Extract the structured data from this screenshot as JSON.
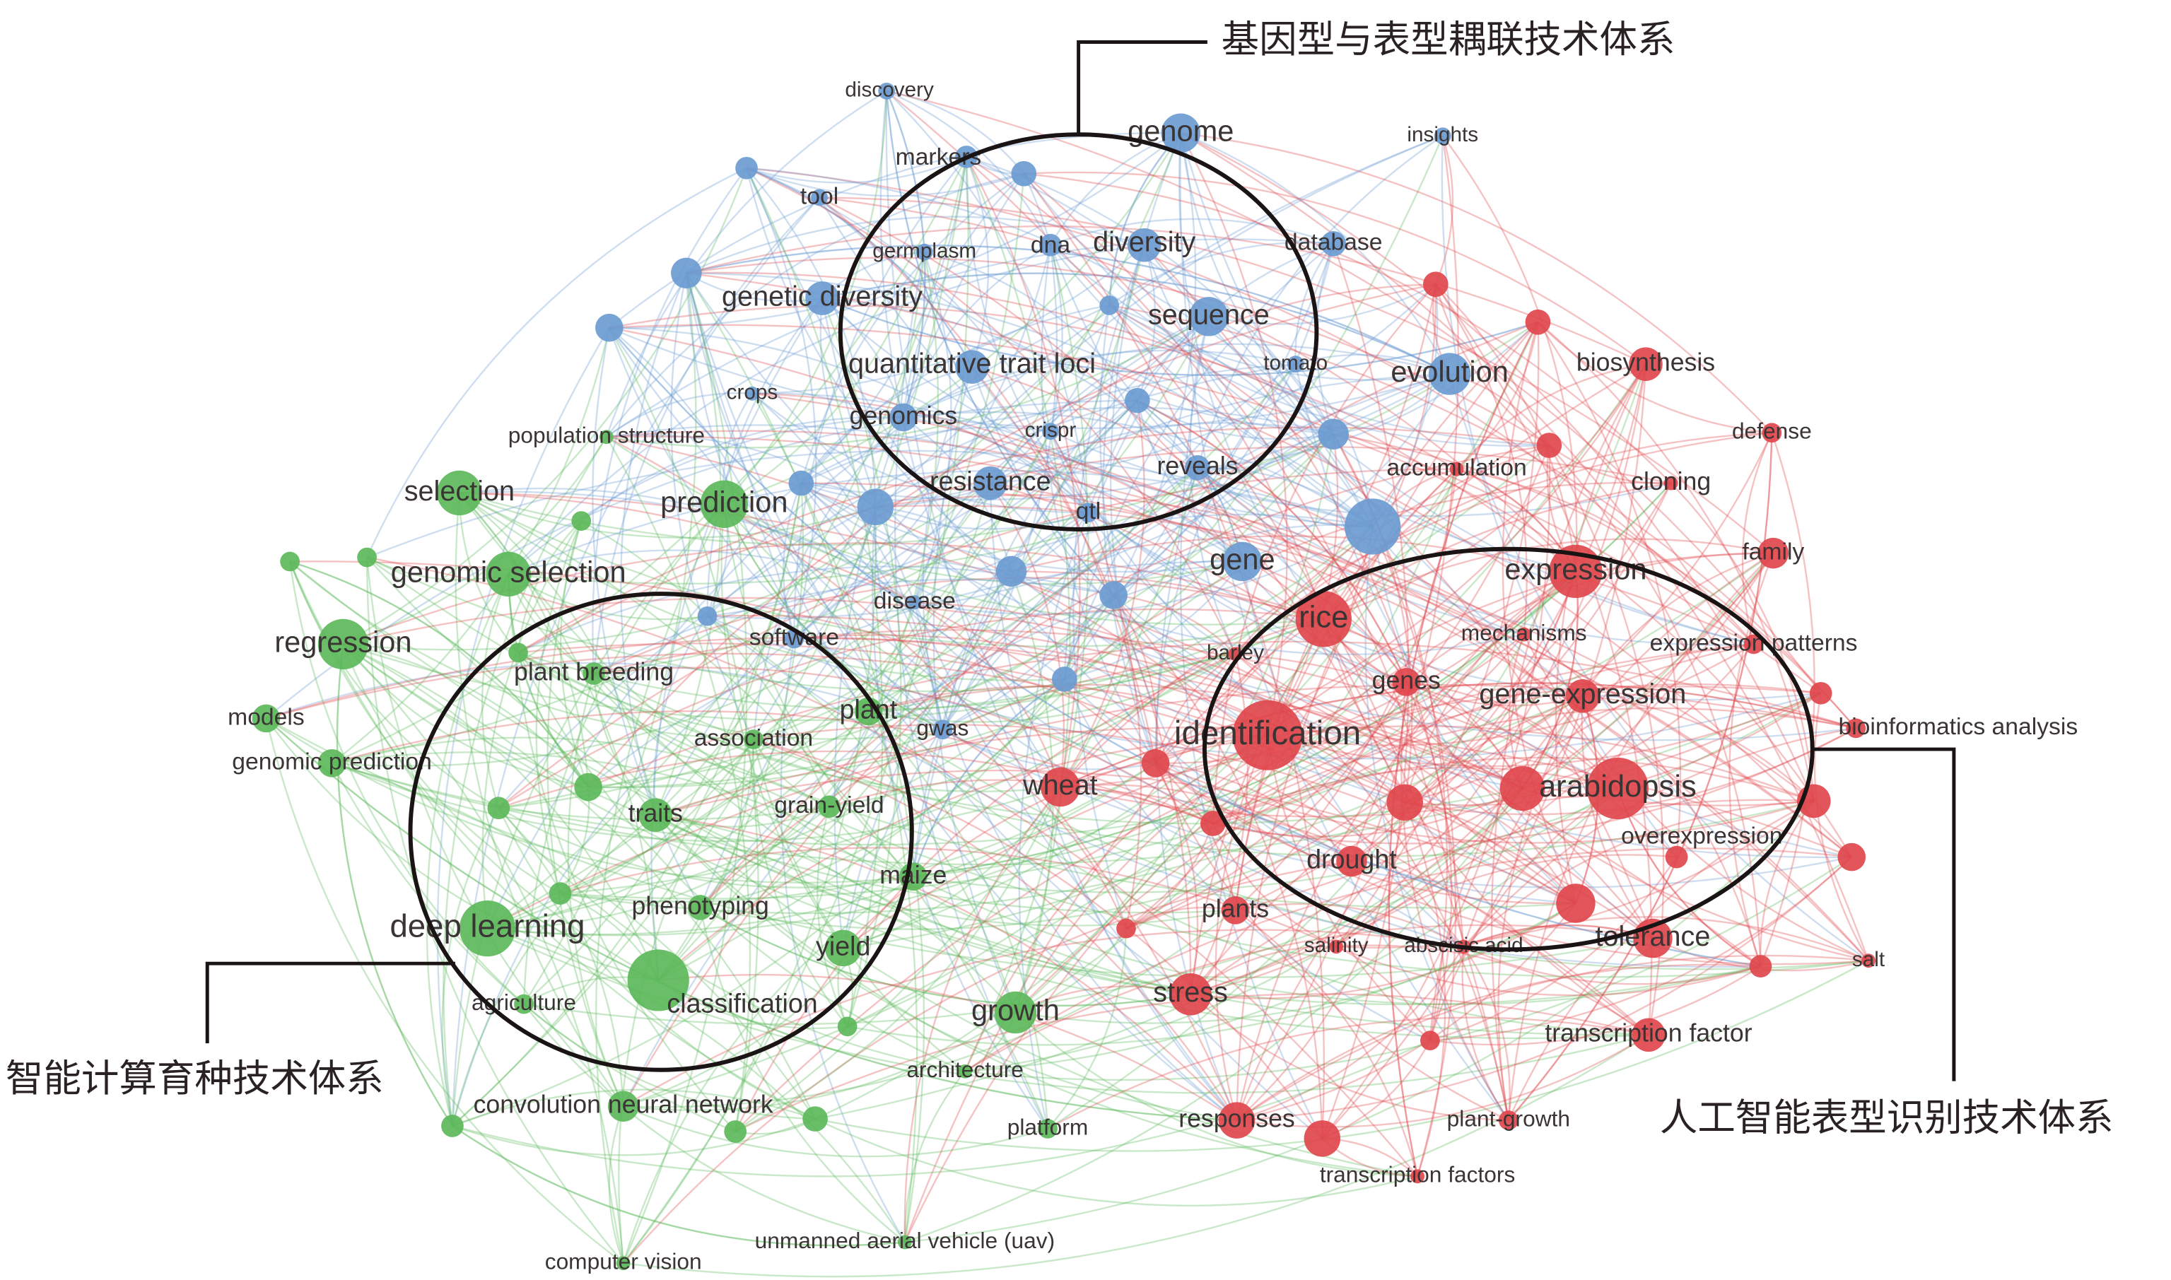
{
  "colors": {
    "genotype": "#6b9bd1",
    "breeding": "#5cb85a",
    "phenotype": "#e0474c",
    "annotation": "#1a1414"
  },
  "clusters": {
    "genotype": {
      "title": "基因型与表型耦联技术体系"
    },
    "breeding": {
      "title": "智能计算育种技术体系"
    },
    "phenotype": {
      "title": "人工智能表型识别技术体系"
    }
  },
  "nodes": [
    {
      "label": "discovery",
      "cluster": "genotype"
    },
    {
      "label": "genome",
      "cluster": "genotype"
    },
    {
      "label": "insights",
      "cluster": "genotype"
    },
    {
      "label": "markers",
      "cluster": "genotype"
    },
    {
      "label": "tool",
      "cluster": "genotype"
    },
    {
      "label": "germplasm",
      "cluster": "genotype"
    },
    {
      "label": "dna",
      "cluster": "genotype"
    },
    {
      "label": "diversity",
      "cluster": "genotype"
    },
    {
      "label": "database",
      "cluster": "genotype"
    },
    {
      "label": "genetic diversity",
      "cluster": "genotype"
    },
    {
      "label": "sequence",
      "cluster": "genotype"
    },
    {
      "label": "quantitative trait loci",
      "cluster": "genotype"
    },
    {
      "label": "tomato",
      "cluster": "genotype"
    },
    {
      "label": "evolution",
      "cluster": "genotype"
    },
    {
      "label": "crops",
      "cluster": "genotype"
    },
    {
      "label": "genomics",
      "cluster": "genotype"
    },
    {
      "label": "crispr",
      "cluster": "genotype"
    },
    {
      "label": "reveals",
      "cluster": "genotype"
    },
    {
      "label": "resistance",
      "cluster": "genotype"
    },
    {
      "label": "qtl",
      "cluster": "genotype"
    },
    {
      "label": "gene",
      "cluster": "genotype"
    },
    {
      "label": "disease",
      "cluster": "genotype"
    },
    {
      "label": "software",
      "cluster": "genotype"
    },
    {
      "label": "gwas",
      "cluster": "genotype"
    },
    {
      "label": "population structure",
      "cluster": "breeding"
    },
    {
      "label": "selection",
      "cluster": "breeding"
    },
    {
      "label": "prediction",
      "cluster": "breeding"
    },
    {
      "label": "genomic selection",
      "cluster": "breeding"
    },
    {
      "label": "regression",
      "cluster": "breeding"
    },
    {
      "label": "plant breeding",
      "cluster": "breeding"
    },
    {
      "label": "models",
      "cluster": "breeding"
    },
    {
      "label": "association",
      "cluster": "breeding"
    },
    {
      "label": "plant",
      "cluster": "breeding"
    },
    {
      "label": "genomic prediction",
      "cluster": "breeding"
    },
    {
      "label": "traits",
      "cluster": "breeding"
    },
    {
      "label": "grain-yield",
      "cluster": "breeding"
    },
    {
      "label": "maize",
      "cluster": "breeding"
    },
    {
      "label": "deep learning",
      "cluster": "breeding"
    },
    {
      "label": "phenotyping",
      "cluster": "breeding"
    },
    {
      "label": "yield",
      "cluster": "breeding"
    },
    {
      "label": "classification",
      "cluster": "breeding"
    },
    {
      "label": "agriculture",
      "cluster": "breeding"
    },
    {
      "label": "growth",
      "cluster": "breeding"
    },
    {
      "label": "architecture",
      "cluster": "breeding"
    },
    {
      "label": "convolution neural network",
      "cluster": "breeding"
    },
    {
      "label": "platform",
      "cluster": "breeding"
    },
    {
      "label": "computer vision",
      "cluster": "breeding"
    },
    {
      "label": "unmanned aerial vehicle (uav)",
      "cluster": "breeding"
    },
    {
      "label": "biosynthesis",
      "cluster": "phenotype"
    },
    {
      "label": "defense",
      "cluster": "phenotype"
    },
    {
      "label": "cloning",
      "cluster": "phenotype"
    },
    {
      "label": "accumulation",
      "cluster": "phenotype"
    },
    {
      "label": "family",
      "cluster": "phenotype"
    },
    {
      "label": "expression",
      "cluster": "phenotype"
    },
    {
      "label": "rice",
      "cluster": "phenotype"
    },
    {
      "label": "mechanisms",
      "cluster": "phenotype"
    },
    {
      "label": "expression patterns",
      "cluster": "phenotype"
    },
    {
      "label": "barley",
      "cluster": "phenotype"
    },
    {
      "label": "genes",
      "cluster": "phenotype"
    },
    {
      "label": "gene-expression",
      "cluster": "phenotype"
    },
    {
      "label": "identification",
      "cluster": "phenotype"
    },
    {
      "label": "bioinformatics analysis",
      "cluster": "phenotype"
    },
    {
      "label": "wheat",
      "cluster": "phenotype"
    },
    {
      "label": "arabidopsis",
      "cluster": "phenotype"
    },
    {
      "label": "overexpression",
      "cluster": "phenotype"
    },
    {
      "label": "drought",
      "cluster": "phenotype"
    },
    {
      "label": "plants",
      "cluster": "phenotype"
    },
    {
      "label": "salinity",
      "cluster": "phenotype"
    },
    {
      "label": "abscisic acid",
      "cluster": "phenotype"
    },
    {
      "label": "tolerance",
      "cluster": "phenotype"
    },
    {
      "label": "salt",
      "cluster": "phenotype"
    },
    {
      "label": "stress",
      "cluster": "phenotype"
    },
    {
      "label": "transcription factor",
      "cluster": "phenotype"
    },
    {
      "label": "responses",
      "cluster": "phenotype"
    },
    {
      "label": "plant-growth",
      "cluster": "phenotype"
    },
    {
      "label": "transcription factors",
      "cluster": "phenotype"
    }
  ]
}
